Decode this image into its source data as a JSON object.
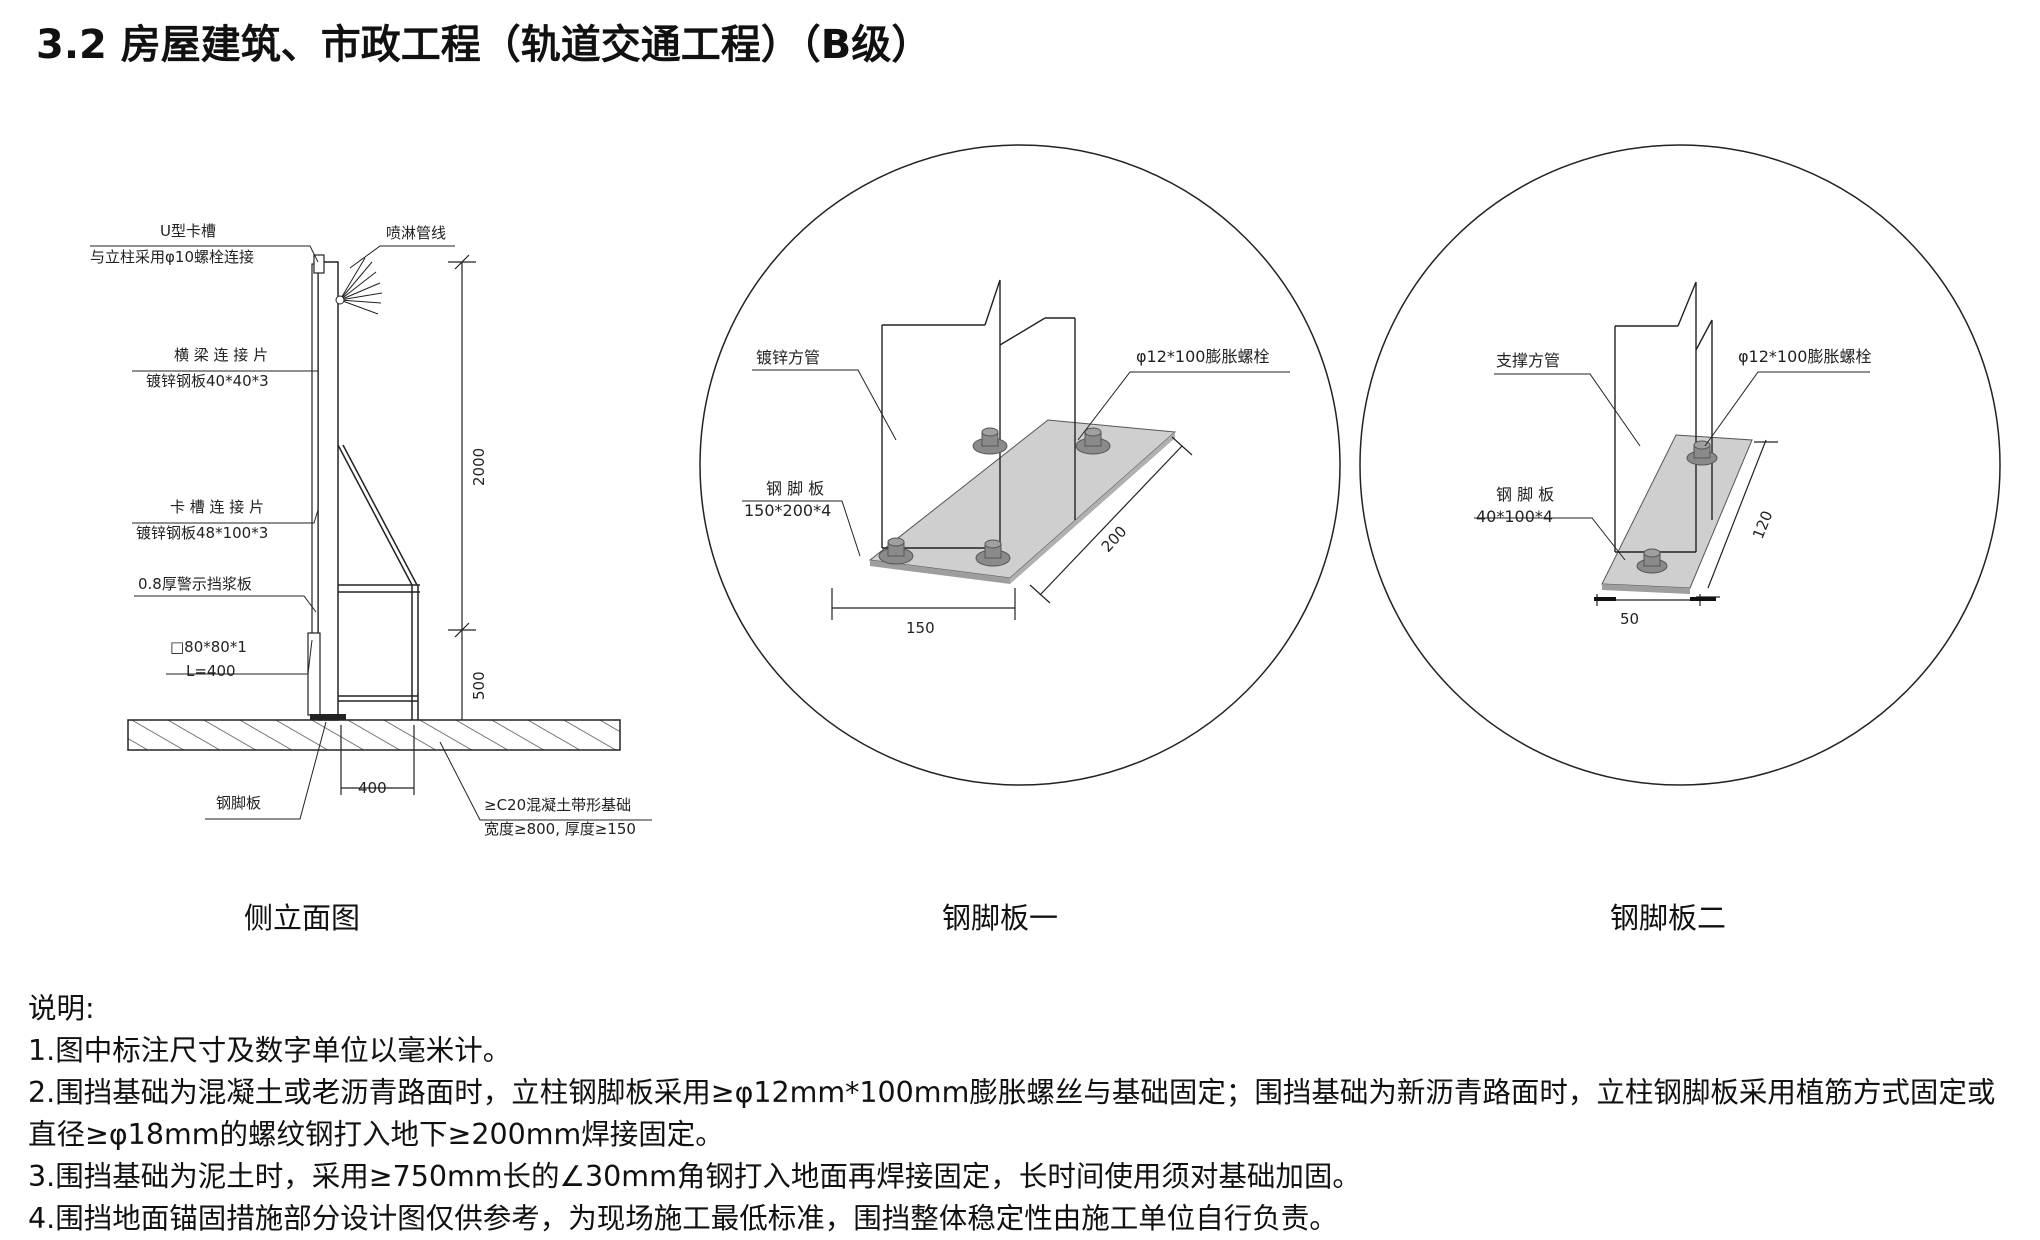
{
  "title": "3.2 房屋建筑、市政工程（轨道交通工程）（B级）",
  "side_view": {
    "caption": "侧立面图",
    "labels": {
      "u_slot": "U型卡槽",
      "u_slot_note": "与立柱采用φ10螺栓连接",
      "spray": "喷淋管线",
      "beam_plate": "横 梁 连 接 片",
      "beam_plate_spec": "镀锌钢板40*40*3",
      "slot_plate": "卡 槽 连 接 片",
      "slot_plate_spec": "镀锌钢板48*100*3",
      "mud_board": "0.8厚警示挡浆板",
      "tube": "□80*80*1",
      "tube_len": "L=400",
      "foot_plate": "钢脚板",
      "foundation": "≥C20混凝土带形基础",
      "foundation_spec": "宽度≥800, 厚度≥150"
    },
    "dims": {
      "height_upper": "2000",
      "height_lower": "500",
      "width": "400"
    }
  },
  "detail1": {
    "caption": "钢脚板一",
    "labels": {
      "tube": "镀锌方管",
      "bolt": "φ12*100膨胀螺栓",
      "plate": "钢 脚 板",
      "plate_spec": "150*200*4"
    },
    "dims": {
      "width": "150",
      "depth": "200"
    }
  },
  "detail2": {
    "caption": "钢脚板二",
    "labels": {
      "tube": "支撑方管",
      "bolt": "φ12*100膨胀螺栓",
      "plate": "钢 脚 板",
      "plate_spec": "40*100*4"
    },
    "dims": {
      "width": "50",
      "depth": "120"
    }
  },
  "notes": {
    "heading": "说明:",
    "items": [
      "1.图中标注尺寸及数字单位以毫米计。",
      "2.围挡基础为混凝土或老沥青路面时，立柱钢脚板采用≥φ12mm*100mm膨胀螺丝与基础固定；围挡基础为新沥青路面时，立柱钢脚板采用植筋方式固定或",
      "直径≥φ18mm的螺纹钢打入地下≥200mm焊接固定。",
      "3.围挡基础为泥土时，采用≥750mm长的∠30mm角钢打入地面再焊接固定，长时间使用须对基础加固。",
      "4.围挡地面锚固措施部分设计图仅供参考，为现场施工最低标准，围挡整体稳定性由施工单位自行负责。"
    ]
  }
}
